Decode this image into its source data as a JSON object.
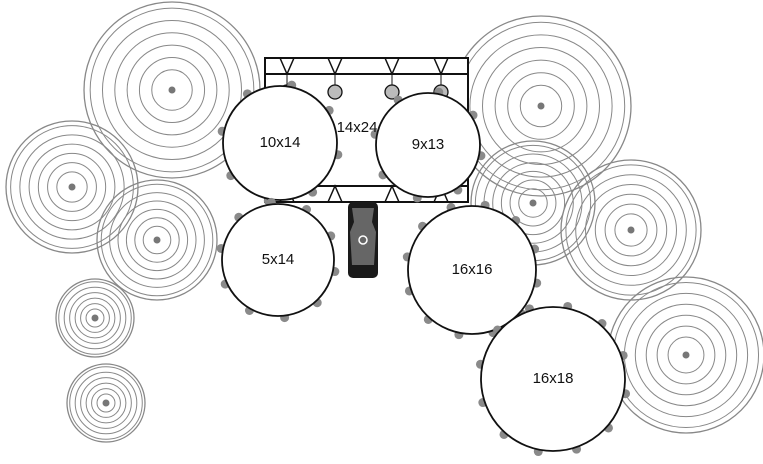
{
  "drums": [
    {
      "id": "bass-drum",
      "label": "14x24"
    },
    {
      "id": "rack-tom-1",
      "label": "10x14"
    },
    {
      "id": "rack-tom-2",
      "label": "9x13"
    },
    {
      "id": "snare",
      "label": "5x14"
    },
    {
      "id": "floor-tom-1",
      "label": "16x16"
    },
    {
      "id": "floor-tom-2",
      "label": "16x18"
    }
  ],
  "colors": {
    "stroke": "#111111",
    "cymbal": "#888888",
    "lug": "#8a8a8a",
    "pedal": "#1a1a1a"
  }
}
